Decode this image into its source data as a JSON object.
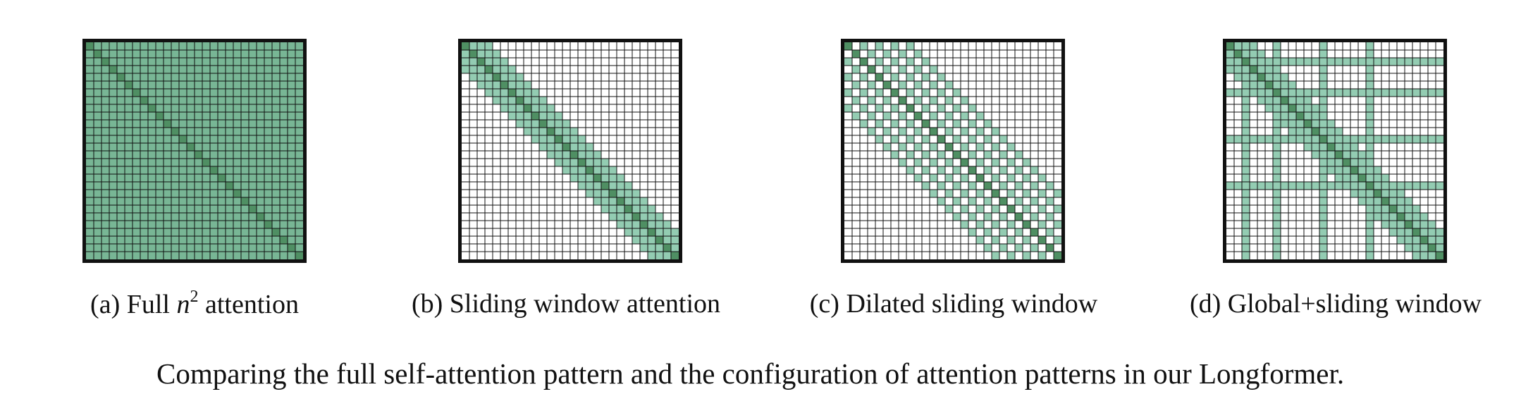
{
  "figure": {
    "caption": "Comparing the full self-attention pattern and the configuration of attention patterns in our Longformer.",
    "colors": {
      "diagonal": "#4f8f63",
      "attention": "#93ccb2",
      "full": "#78b695",
      "empty": "#ffffff",
      "grid": "#111111"
    },
    "grid_size": 28,
    "panels": [
      {
        "id": "a",
        "label_prefix": "(a) Full ",
        "label_math": "n",
        "label_sup": "2",
        "label_suffix": " attention",
        "pattern": "full"
      },
      {
        "id": "b",
        "label": "(b) Sliding window attention",
        "pattern": "sliding",
        "window": 3
      },
      {
        "id": "c",
        "label": "(c) Dilated sliding window",
        "pattern": "dilated",
        "window": 8,
        "dilation": 2
      },
      {
        "id": "d",
        "label": "(d) Global+sliding window",
        "pattern": "global",
        "window": 3,
        "global_tokens": [
          2,
          6,
          12,
          18
        ]
      }
    ]
  }
}
